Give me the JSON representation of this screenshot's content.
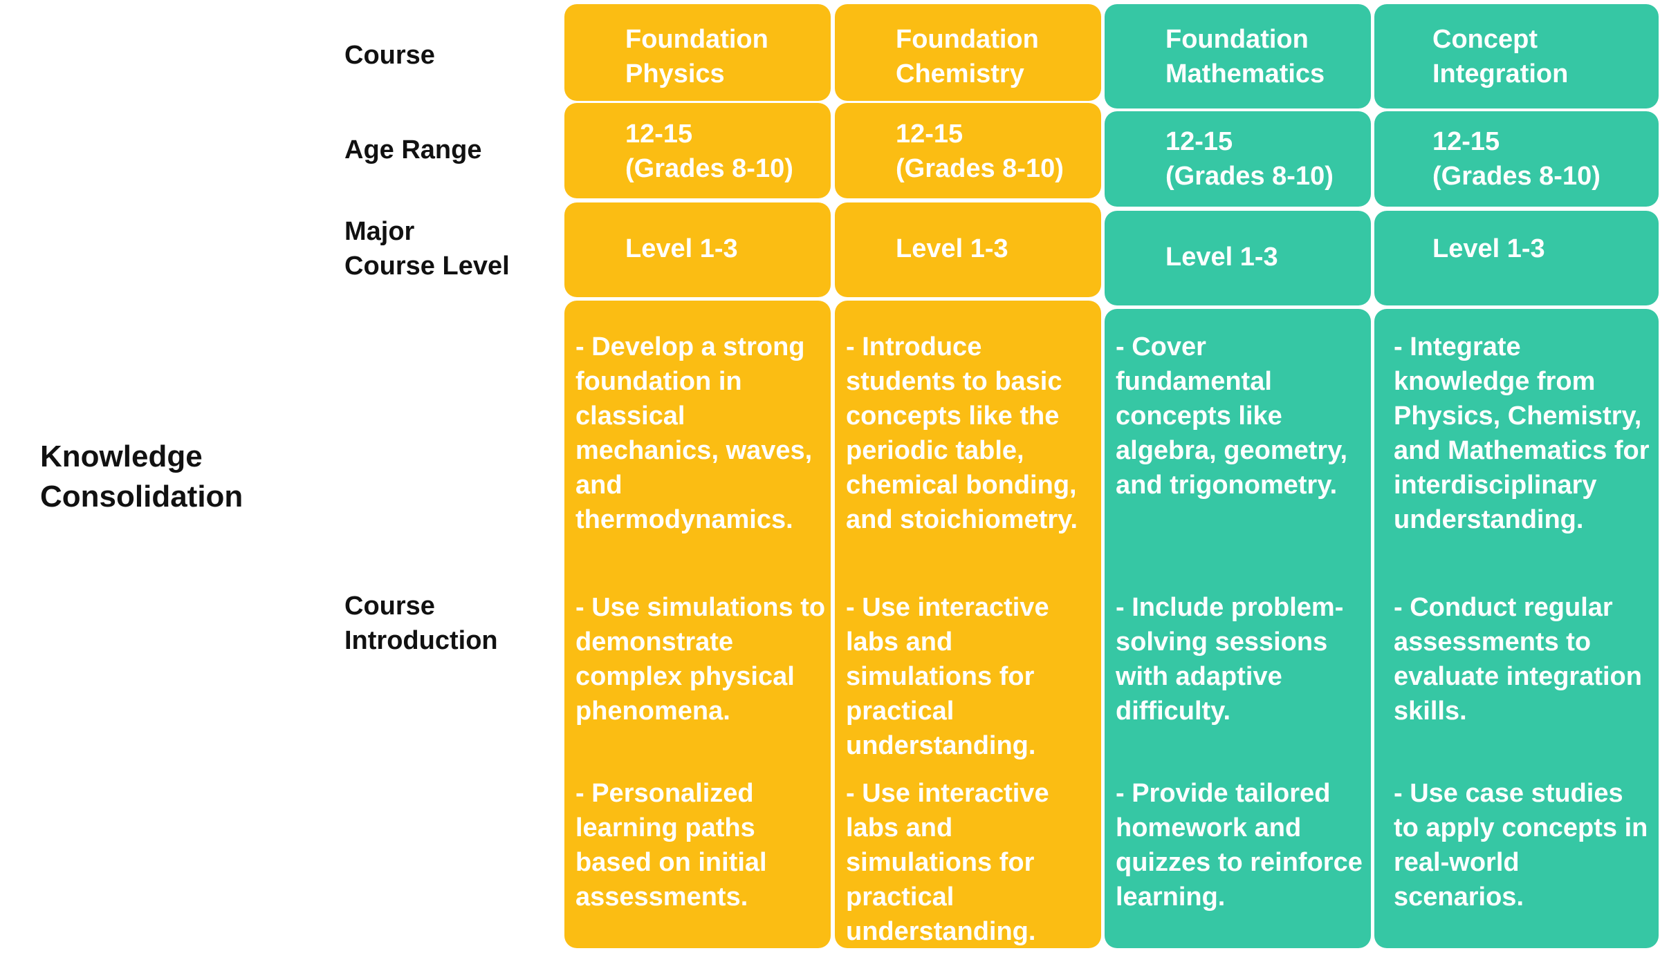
{
  "section_title": "Knowledge\nConsolidation",
  "row_labels": {
    "course": "Course",
    "age_range": "Age Range",
    "major_course_level": "Major\nCourse Level",
    "course_introduction": "Course\nIntroduction"
  },
  "columns": [
    {
      "color": "#fbbd13",
      "course": "Foundation\nPhysics",
      "age_range": "12-15\n(Grades 8-10)",
      "level": "Level 1-3",
      "intro": [
        "- Develop a strong foundation in classical mechanics, waves, and thermodynamics.",
        "- Use simulations to demonstrate complex physical phenomena.",
        "- Personalized learning paths based on initial assessments."
      ]
    },
    {
      "color": "#fbbd13",
      "course": "Foundation\nChemistry",
      "age_range": "12-15\n(Grades 8-10)",
      "level": "Level 1-3",
      "intro": [
        "- Introduce students to basic concepts like the periodic table, chemical bonding, and stoichiometry.",
        "- Use interactive labs and simulations for practical understanding.",
        "- Use interactive labs and simulations for practical understanding."
      ]
    },
    {
      "color": "#36c7a4",
      "course": "Foundation\nMathematics",
      "age_range": "12-15\n(Grades 8-10)",
      "level": "Level 1-3",
      "intro": [
        "- Cover fundamental concepts like algebra, geometry, and trigonometry.",
        "- Include problem-solving sessions with adaptive difficulty.",
        "- Provide tailored homework and quizzes to reinforce learning."
      ]
    },
    {
      "color": "#36c7a4",
      "course": "Concept\nIntegration",
      "age_range": "12-15\n(Grades 8-10)",
      "level": "Level 1-3",
      "intro": [
        "- Integrate knowledge from Physics, Chemistry, and Mathematics for interdisciplinary understanding.",
        "- Conduct regular assessments to evaluate integration skills.",
        "- Use case studies to apply concepts in real-world scenarios."
      ]
    }
  ]
}
